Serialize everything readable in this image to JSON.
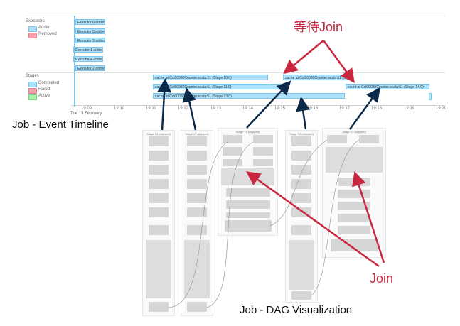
{
  "timeline": {
    "executors_heading": "Executors",
    "executor_legend": [
      {
        "label": "Added",
        "color": "#aee1fa"
      },
      {
        "label": "Removed",
        "color": "#f7a1ac"
      }
    ],
    "executor_events": [
      "Executor 6 added",
      "Executor 5 added",
      "Executor 3 added",
      "Executor 1 added",
      "Executor 4 added",
      "Executor 2 added"
    ],
    "stages_heading": "Stages",
    "stage_legend": [
      {
        "label": "Completed",
        "color": "#aee1fa"
      },
      {
        "label": "Failed",
        "color": "#f7a1ac"
      },
      {
        "label": "Active",
        "color": "#a9f0a9"
      }
    ],
    "stage_events": [
      "cache at Ccl00030Counter.scala:51 (Stage 10.0)",
      "cache at Ccl00030Counter.scala:51 (Stage 11.0)",
      "cache at Ccl00030Counter.scala:51 (Stage 13.0)",
      "cache at Ccl00030Counter.scala:51 (Stage",
      "count at Ccl00030Counter.scala:51 (Stage 14.0)"
    ],
    "ticks": [
      "19:09",
      "19:10",
      "19:11",
      "19:12",
      "19:13",
      "19:14",
      "19:15",
      "19:16",
      "19:17",
      "19:18",
      "19:19",
      "19:20"
    ],
    "date_label": "Tue 13 February"
  },
  "dag": {
    "panels": [
      {
        "title": "Stage 10 (skipped)"
      },
      {
        "title": "Stage 11 (skipped)"
      },
      {
        "title": "Stage 12 (skipped)"
      },
      {
        "title": "Stage 13 (skipped)"
      },
      {
        "title": "Stage 14 (skipped)"
      }
    ]
  },
  "annotations": {
    "event_timeline_label": "Job -  Event Timeline",
    "dag_label": "Job - DAG Visualization",
    "wait_join_label": "等待Join",
    "join_label": "Join",
    "arrow_navy": "#0b2a4a",
    "arrow_red": "#c8273f"
  }
}
